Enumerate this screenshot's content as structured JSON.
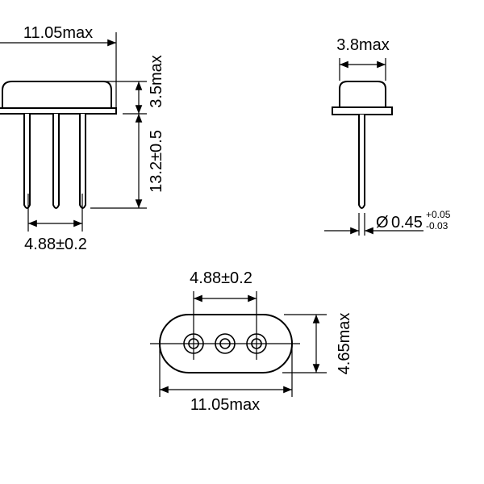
{
  "front_view": {
    "width_label": "11.05max",
    "body_height_label": "3.5max",
    "lead_length_label": "13.2±0.5",
    "pitch_label": "4.88±0.2"
  },
  "side_view": {
    "width_label": "3.8max",
    "lead_diameter_symbol": "Ø",
    "lead_diameter_label": "0.45",
    "tolerance_plus": "+0.05",
    "tolerance_minus": "-0.03"
  },
  "bottom_view": {
    "pitch_label": "4.88±0.2",
    "height_label": "4.65max",
    "width_label": "11.05max"
  },
  "colors": {
    "line": "#000000",
    "background": "#ffffff"
  }
}
